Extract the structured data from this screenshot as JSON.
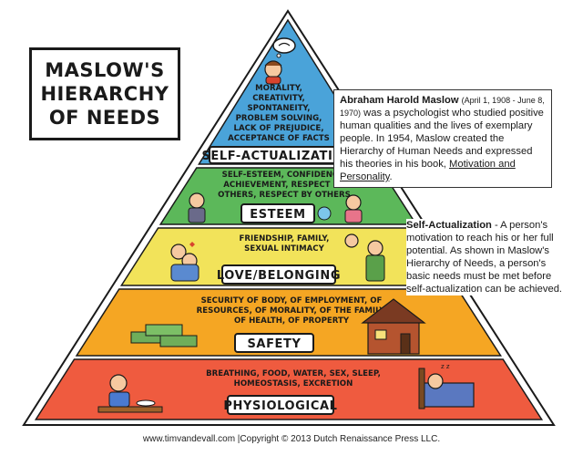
{
  "title": {
    "line1": "MASLOW'S",
    "line2": "HIERARCHY",
    "line3": "OF NEEDS"
  },
  "levels": [
    {
      "label": "SELF-ACTUALIZATION",
      "needs": [
        "MORALITY,",
        "CREATIVITY,",
        "SPONTANEITY,",
        "PROBLEM SOLVING,",
        "LACK OF PREJUDICE,",
        "ACCEPTANCE OF FACTS"
      ],
      "color": "#4aa3d9"
    },
    {
      "label": "ESTEEM",
      "needs": [
        "SELF-ESTEEM, CONFIDENCE,",
        "ACHIEVEMENT, RESPECT OF",
        "OTHERS, RESPECT BY OTHERS"
      ],
      "color": "#5cb85a"
    },
    {
      "label": "LOVE/BELONGING",
      "needs": [
        "FRIENDSHIP, FAMILY,",
        "SEXUAL INTIMACY"
      ],
      "color": "#f2e35a"
    },
    {
      "label": "SAFETY",
      "needs": [
        "SECURITY OF BODY, OF EMPLOYMENT, OF",
        "RESOURCES, OF MORALITY, OF THE FAMILY,",
        "OF HEALTH, OF PROPERTY"
      ],
      "color": "#f5a623"
    },
    {
      "label": "PHYSIOLOGICAL",
      "needs": [
        "BREATHING, FOOD, WATER, SEX, SLEEP,",
        "HOMEOSTASIS, EXCRETION"
      ],
      "color": "#ef5b3f"
    }
  ],
  "note1": {
    "name": "Abraham Harold Maslow",
    "dates": "(April 1, 1908 - June 8, 1970)",
    "text": "was a psychologist who studied positive human qualities and the lives of exemplary people. In 1954, Maslow created the Hierarchy of Human Needs and expressed his theories in his book,",
    "book": "Motivation and Personality",
    "end": "."
  },
  "note2": {
    "term": "Self-Actualization",
    "text": " - A person's motivation to reach his or her full potential. As shown in Maslow's Hierarchy of Needs, a person's basic needs must be met before self-actualization can be achieved."
  },
  "footer": {
    "website": "www.timvandevall.com",
    "copyright": " |Copyright © 2013 Dutch Renaissance Press LLC."
  },
  "icons": [
    "thought-bubble-icon",
    "thinking-boy-icon",
    "students-icon",
    "hugging-couple-icon",
    "father-baby-icon",
    "money-stack-icon",
    "brick-house-icon",
    "eating-boy-icon",
    "sleeping-boy-icon"
  ]
}
